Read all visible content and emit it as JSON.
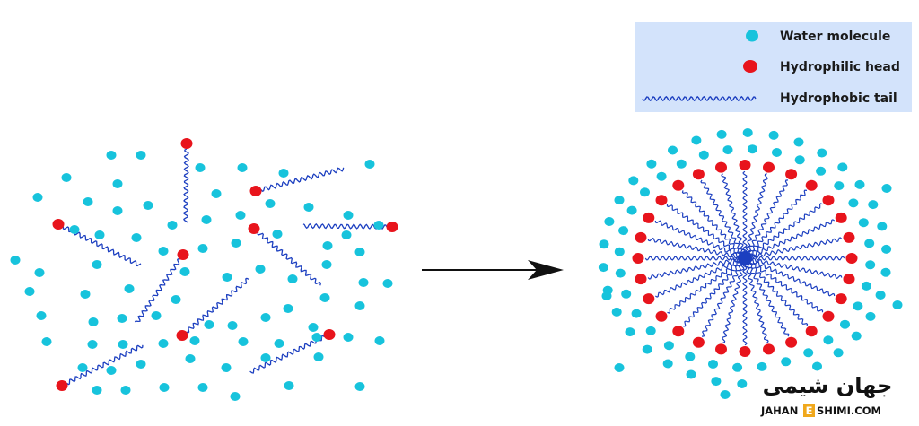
{
  "legend": {
    "background": "#d3e3fb",
    "items": [
      {
        "label": "Water molecule",
        "icon": "water-molecule-icon",
        "color": "#17c3dc"
      },
      {
        "label": "Hydrophilic head",
        "icon": "hydrophilic-head-icon",
        "color": "#e8141c"
      },
      {
        "label": "Hydrophobic tail",
        "icon": "hydrophobic-tail-icon",
        "color": "#1c3fc0"
      }
    ]
  },
  "logo": {
    "persian": "جهان شیمی",
    "english_left": "JAHAN",
    "english_mark": "E",
    "english_right": "SHIMI.COM",
    "accent": "#f0a81c"
  },
  "colors": {
    "water": "#17c3dc",
    "head": "#e8141c",
    "tail": "#1c3fc0",
    "arrow": "#111111"
  }
}
